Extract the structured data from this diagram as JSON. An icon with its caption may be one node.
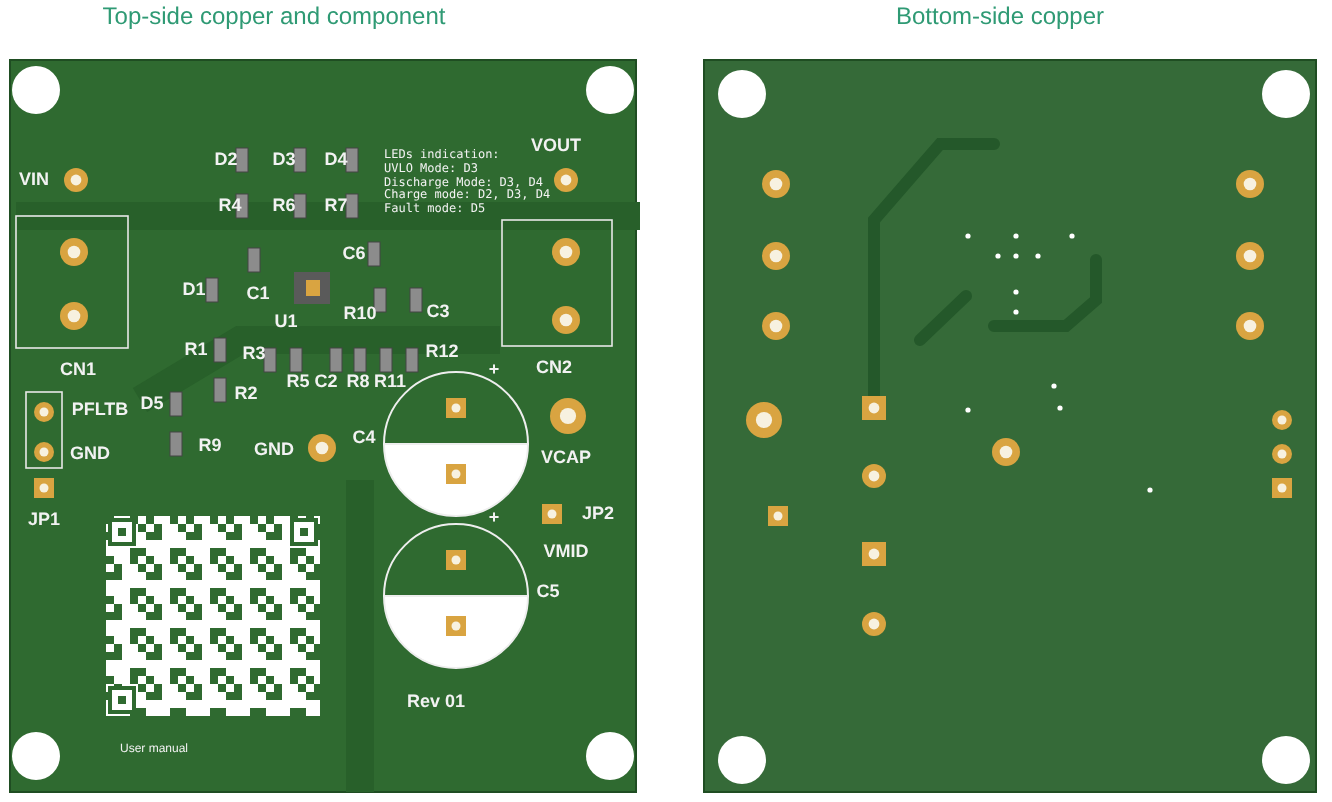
{
  "diagram": {
    "labels": [
      "Top-side copper and component",
      "Bottom-side copper",
      "D2",
      "D3",
      "D4",
      "LEDs indication:",
      "UVLO Mode: D3",
      "Discharge Mode: D3, D4",
      "Charge mode: D2, D3, D4",
      "Fault mode: D5",
      "VIN",
      "VOUT",
      "R4",
      "R6",
      "R7",
      "C6",
      "D1",
      "C1",
      "U1",
      "R10",
      "C3",
      "CN1",
      "R1",
      "R3",
      "R12",
      "CN2",
      "R2",
      "R5",
      "C2",
      "R8",
      "R11",
      "+",
      "PFLTB",
      "D5",
      "GND",
      "R9",
      "GND",
      "C4",
      "VCAP",
      "JP1",
      "+",
      "JP2",
      "VMID",
      "C5",
      "Rev 01",
      "User manual"
    ]
  }
}
